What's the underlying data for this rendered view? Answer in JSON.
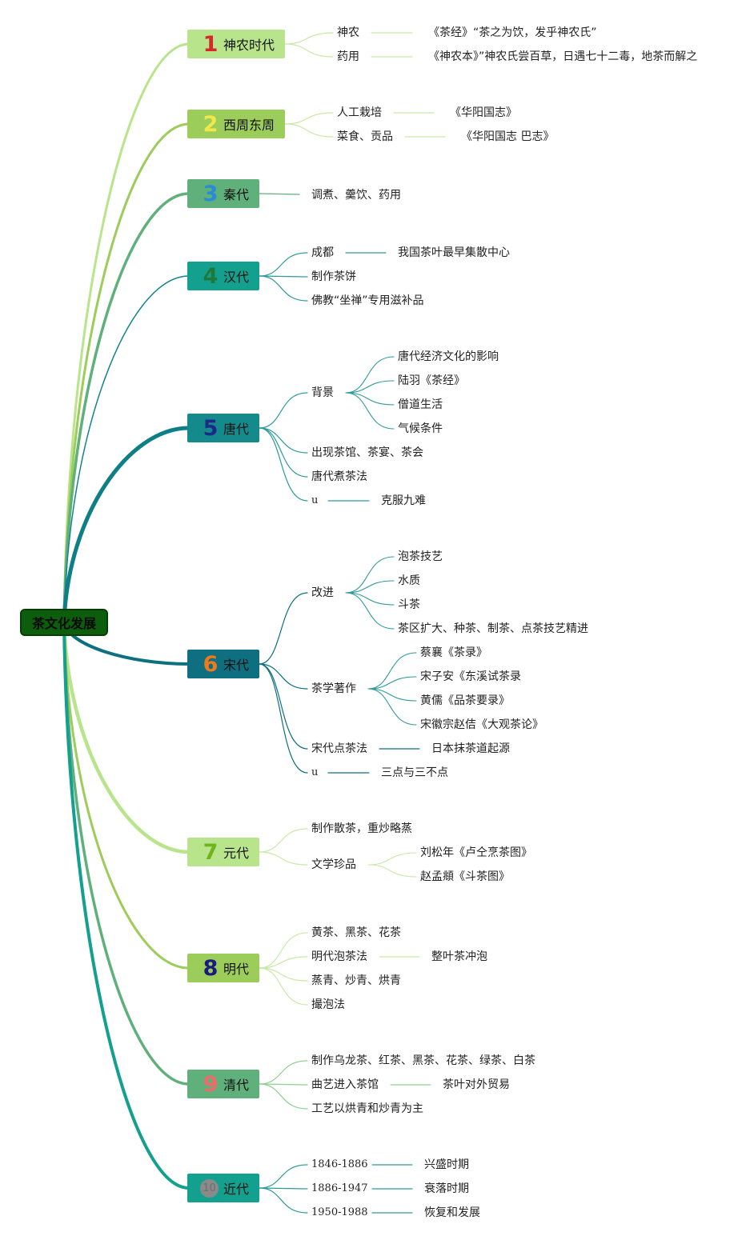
{
  "root": "茶文化发展",
  "eras": [
    {
      "num": "1",
      "label": "神农时代",
      "num_color": "#d42a2a",
      "bg": "#b8e58c",
      "items": [
        {
          "text": "神农",
          "note": "《茶经》“茶之为饮，发乎神农氏”"
        },
        {
          "text": "药用",
          "note": "《神农本》”神农氏尝百草，日遇七十二毒，地茶而解之"
        }
      ]
    },
    {
      "num": "2",
      "label": "西周东周",
      "num_color": "#f2e84a",
      "bg": "#9ccc5a",
      "items": [
        {
          "text": "人工栽培",
          "note": "《华阳国志》"
        },
        {
          "text": "菜食、贡品",
          "note": "《华阳国志 巴志》"
        }
      ]
    },
    {
      "num": "3",
      "label": "秦代",
      "num_color": "#2b8bd6",
      "bg": "#5fb07a",
      "items": [
        {
          "text": "调煮、羹饮、药用"
        }
      ]
    },
    {
      "num": "4",
      "label": "汉代",
      "num_color": "#1e7a3c",
      "bg": "#14a08f",
      "items": [
        {
          "text": "成都",
          "note": "我国茶叶最早集散中心"
        },
        {
          "text": "制作茶饼"
        },
        {
          "text": "佛教“坐禅”专用滋补品"
        }
      ]
    },
    {
      "num": "5",
      "label": "唐代",
      "num_color": "#1a2a8a",
      "bg": "#158a8c",
      "items": [
        {
          "text": "背景",
          "children": [
            "唐代经济文化的影响",
            "陆羽《茶经》",
            "僧道生活",
            "气候条件"
          ]
        },
        {
          "text": "出现茶馆、茶宴、茶会"
        },
        {
          "text": "唐代煮茶法"
        },
        {
          "text": "u",
          "note": "克服九难"
        }
      ]
    },
    {
      "num": "6",
      "label": "宋代",
      "num_color": "#f07a1a",
      "bg": "#0e6f80",
      "items": [
        {
          "text": "改进",
          "children": [
            "泡茶技艺",
            "水质",
            "斗茶",
            "茶区扩大、种茶、制茶、点茶技艺精进"
          ]
        },
        {
          "text": "茶学著作",
          "children": [
            "蔡襄《茶录》",
            "宋子安《东溪试茶录",
            "黄儒《品茶要录》",
            "宋徽宗赵佶《大观茶论》"
          ]
        },
        {
          "text": "宋代点茶法",
          "note": "日本抹茶道起源"
        },
        {
          "text": "u",
          "note": "三点与三不点"
        }
      ]
    },
    {
      "num": "7",
      "label": "元代",
      "num_color": "#6fb51e",
      "bg": "#b8e58c",
      "items": [
        {
          "text": "制作散茶，重炒略蒸"
        },
        {
          "text": "文学珍品",
          "children": [
            "刘松年《卢仝烹茶图》",
            "赵孟頫《斗茶图》"
          ]
        }
      ]
    },
    {
      "num": "8",
      "label": "明代",
      "num_color": "#1a1a80",
      "bg": "#9ccc5a",
      "items": [
        {
          "text": "黄茶、黑茶、花茶"
        },
        {
          "text": "明代泡茶法",
          "note": "整叶茶冲泡"
        },
        {
          "text": "蒸青、炒青、烘青"
        },
        {
          "text": "撮泡法"
        }
      ]
    },
    {
      "num": "9",
      "label": "清代",
      "num_color": "#f06a6a",
      "bg": "#5fb07a",
      "items": [
        {
          "text": "制作乌龙茶、红茶、黑茶、花茶、绿茶、白茶"
        },
        {
          "text": "曲艺进入茶馆",
          "note": "茶叶对外贸易"
        },
        {
          "text": "工艺以烘青和炒青为主"
        }
      ]
    },
    {
      "num": "10",
      "label": "近代",
      "num_color": "#6f6f6f",
      "bg": "#14a08f",
      "items": [
        {
          "text": "1846-1886",
          "note": "兴盛时期"
        },
        {
          "text": "1886-1947",
          "note": "衰落时期"
        },
        {
          "text": "1950-1988",
          "note": "恢复和发展"
        }
      ]
    }
  ]
}
